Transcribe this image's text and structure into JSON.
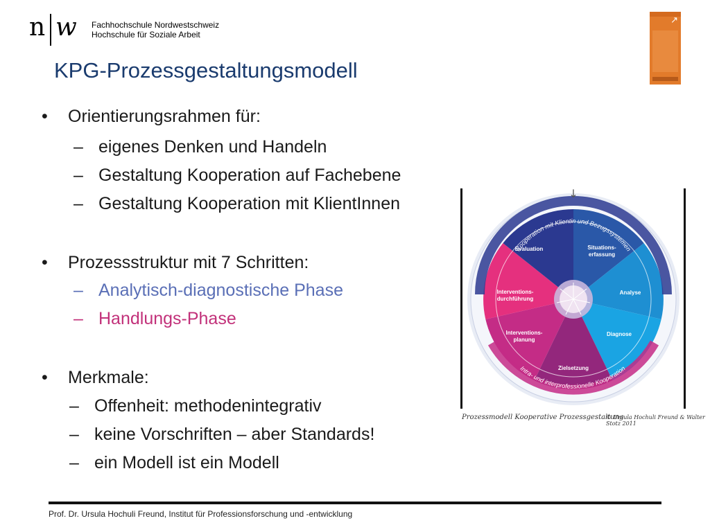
{
  "header": {
    "logo_n": "n",
    "logo_w": "w",
    "institution_line1": "Fachhochschule Nordwestschweiz",
    "institution_line2": "Hochschule für Soziale Arbeit"
  },
  "title": "KPG-Prozessgestaltungsmodell",
  "bullets": {
    "b1": {
      "marker": "•",
      "text": "Orientierungsrahmen für:"
    },
    "b1_s1": {
      "marker": "–",
      "text": "eigenes Denken und Handeln"
    },
    "b1_s2": {
      "marker": "–",
      "text": "Gestaltung Kooperation auf Fachebene"
    },
    "b1_s3": {
      "marker": "–",
      "text": "Gestaltung Kooperation mit KlientInnen"
    },
    "b2": {
      "marker": "•",
      "text": "Prozessstruktur mit 7 Schritten:"
    },
    "b2_s1": {
      "marker": "–",
      "text": "Analytisch-diagnostische Phase"
    },
    "b2_s2": {
      "marker": "–",
      "text": "Handlungs-Phase"
    },
    "b3": {
      "marker": "•",
      "text": "Merkmale:"
    },
    "b3_s1": {
      "marker": "–",
      "text": "Offenheit: methodenintegrativ"
    },
    "b3_s2": {
      "marker": "–",
      "text": "keine Vorschriften – aber Standards!"
    },
    "b3_s3": {
      "marker": "–",
      "text": "ein Modell ist ein Modell"
    }
  },
  "diagram": {
    "ring_top": "Kooperation mit Klientin und Bezugssystemen",
    "ring_bottom": "Intra- und interprofessionelle Kooperation",
    "arrow": "↓",
    "segments": {
      "evaluation": "Evaluation",
      "situation": [
        "Situations-",
        "erfassung"
      ],
      "analyse": "Analyse",
      "diagnose": "Diagnose",
      "zielsetzung": "Zielsetzung",
      "planung": [
        "Interventions-",
        "planung"
      ],
      "durchfuehrung": [
        "Interventions-",
        "durchführung"
      ]
    },
    "caption": "Prozessmodell Kooperative Prozessgestaltung",
    "copyright": "© Ursula Hochuli Freund & Walter Stotz 2011"
  },
  "footer": "Prof. Dr. Ursula Hochuli Freund, Institut für Professionsforschung und -entwicklung",
  "colors": {
    "title": "#1a3b6e",
    "analytic_phase": "#5a6fb6",
    "action_phase": "#c2317a",
    "dark_blue": "#2b3990",
    "light_blue": "#1e9bd7",
    "magenta": "#e5307e",
    "purple": "#93277c",
    "book": "#e27b2b"
  }
}
